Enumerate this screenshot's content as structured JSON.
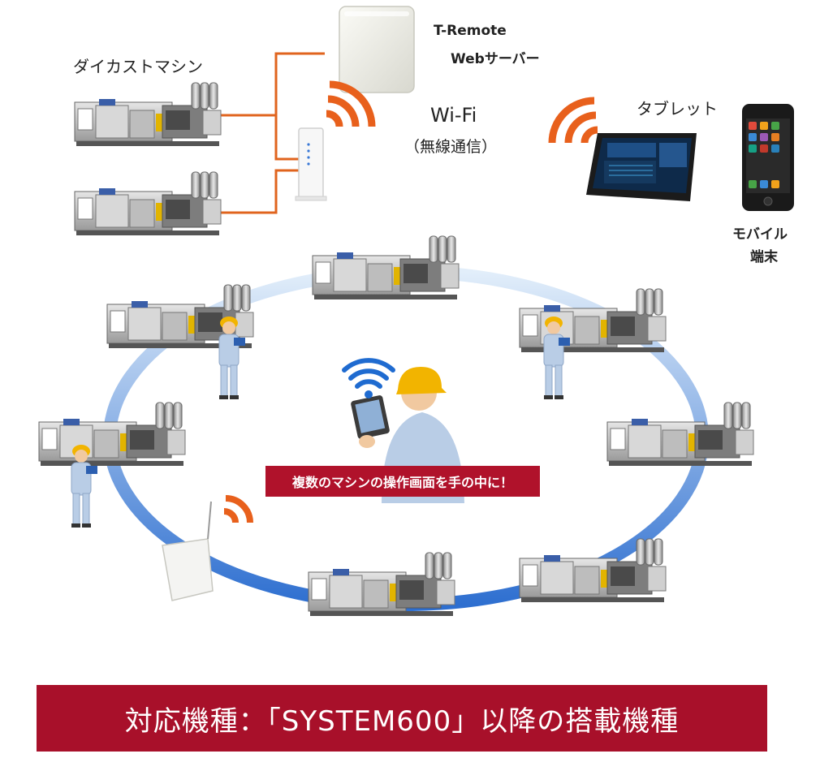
{
  "labels": {
    "diecast_machine": "ダイカストマシン",
    "server_line1": "T-Remote",
    "server_line2": "Webサーバー",
    "wifi": "Wi-Fi",
    "wifi_sub": "（無線通信）",
    "tablet": "タブレット",
    "mobile_line1": "モバイル",
    "mobile_line2": "端末"
  },
  "callout": "複数のマシンの操作画面を手の中に！",
  "banner": "対応機種：「SYSTEM600」以降の搭載機種",
  "colors": {
    "accent_red": "#a8102a",
    "wire_orange": "#e0641e",
    "wifi_orange": "#e8601c",
    "wifi_blue": "#1f6bd0",
    "ring_blue": "#8fb8e8",
    "worker_suit": "#b9cde6",
    "helmet": "#f2b400"
  }
}
